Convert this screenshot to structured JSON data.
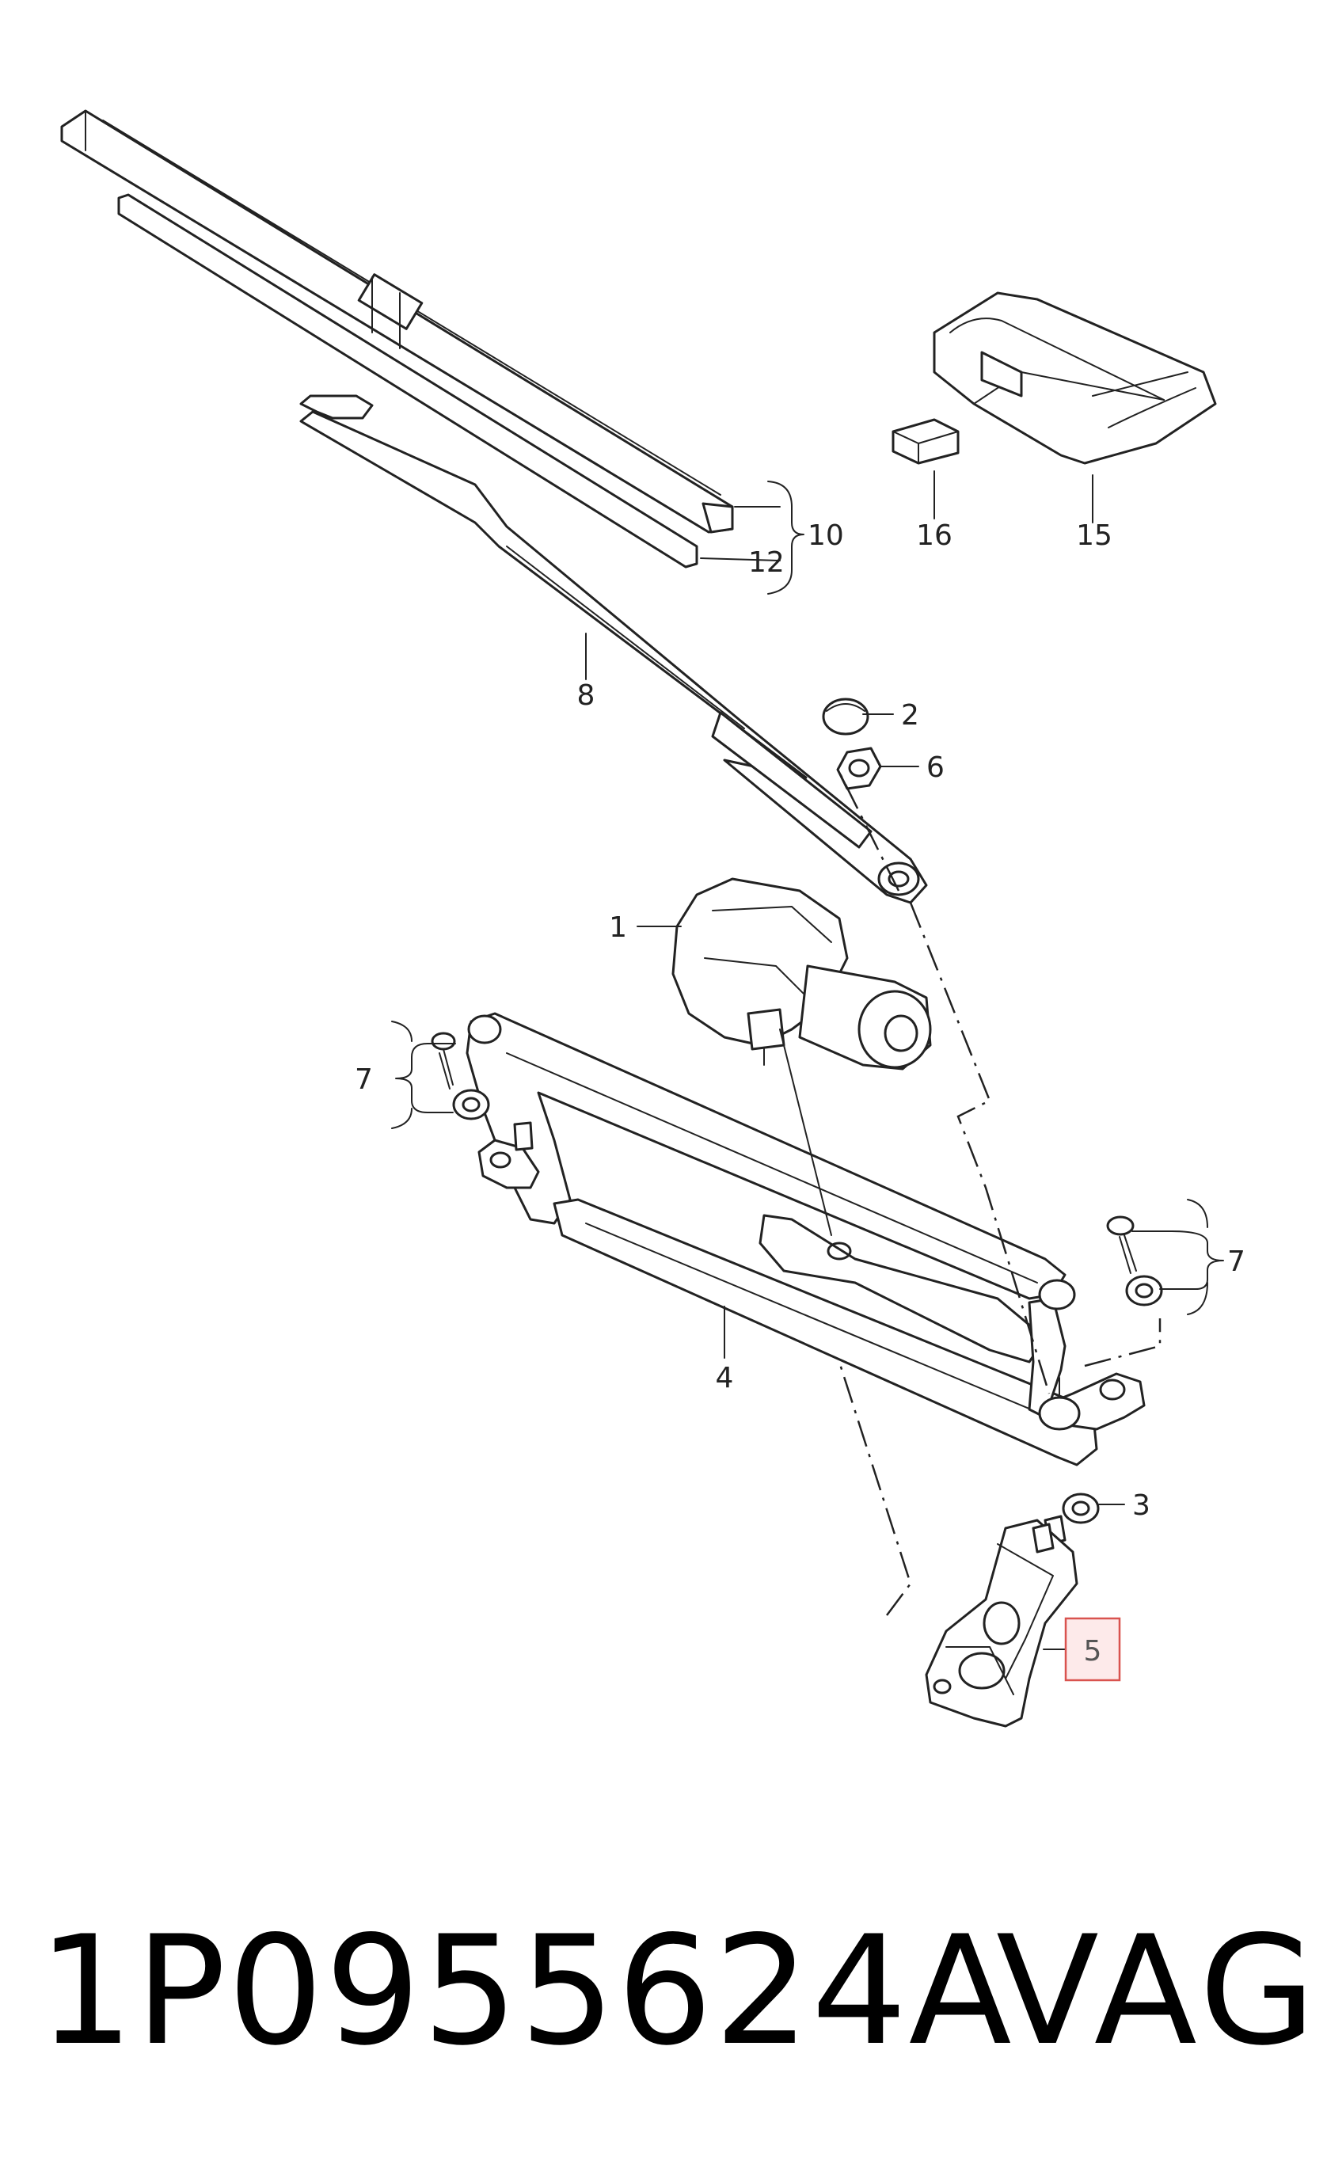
{
  "diagram": {
    "callouts": {
      "c1": "1",
      "c2": "2",
      "c3": "3",
      "c4": "4",
      "c5": "5",
      "c6": "6",
      "c7_left": "7",
      "c7_right": "7",
      "c8": "8",
      "c10": "10",
      "c12": "12",
      "c15": "15",
      "c16": "16"
    },
    "highlighted_callout": "5",
    "highlight_color": "#d9534f"
  },
  "footer": {
    "part_number": "1P0955624A",
    "brand": "VAG"
  }
}
